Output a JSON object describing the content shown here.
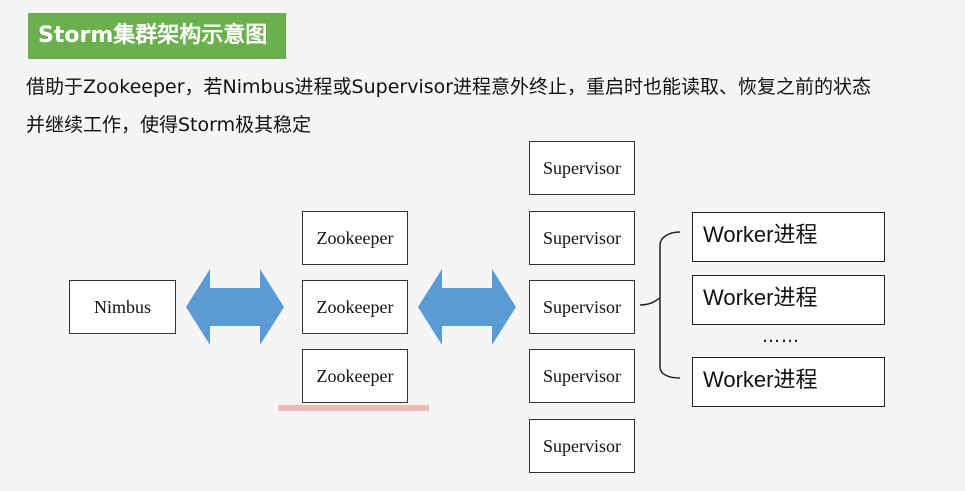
{
  "title": "Storm集群架构示意图",
  "description": {
    "line1": "借助于Zookeeper，若Nimbus进程或Supervisor进程意外终止，重启时也能读取、恢复之前的状态",
    "line2": "并继续工作，使得Storm极其稳定"
  },
  "nimbus": "Nimbus",
  "zookeepers": [
    "Zookeeper",
    "Zookeeper",
    "Zookeeper"
  ],
  "supervisors": [
    "Supervisor",
    "Supervisor",
    "Supervisor",
    "Supervisor",
    "Supervisor"
  ],
  "workers": [
    "Worker进程",
    "Worker进程",
    "Worker进程"
  ],
  "ellipsis": "……",
  "colors": {
    "title_bg": "#6ab04c",
    "arrow": "#5b9bd5",
    "underline": "#f2b8b8"
  }
}
